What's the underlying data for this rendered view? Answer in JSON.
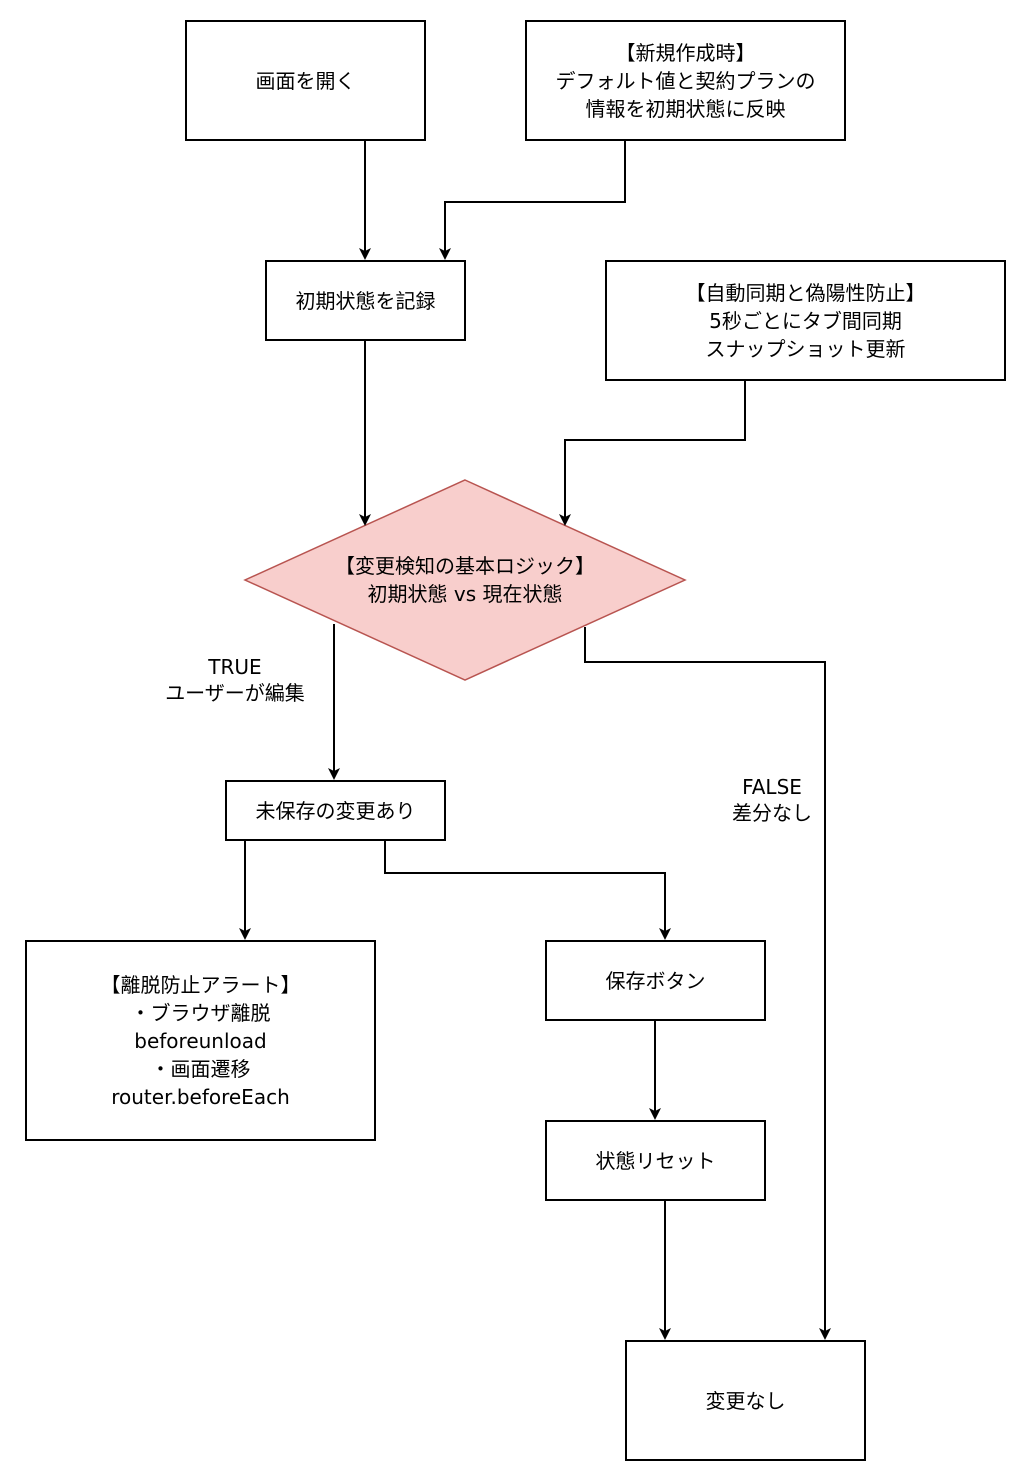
{
  "colors": {
    "decision_fill": "#f8cecc",
    "decision_stroke": "#b85450",
    "line": "#000000"
  },
  "nodes": {
    "open_screen": "画面を開く",
    "new_creation": "【新規作成時】\nデフォルト値と契約プランの\n情報を初期状態に反映",
    "record_initial": "初期状態を記録",
    "auto_sync": "【自動同期と偽陽性防止】\n5秒ごとにタブ間同期\nスナップショット更新",
    "decision": "【変更検知の基本ロジック】\n初期状態 vs 現在状態",
    "unsaved_changes": "未保存の変更あり",
    "leave_alert": "【離脱防止アラート】\n・ブラウザ離脱\nbeforeunload\n・画面遷移\nrouter.beforeEach",
    "save_button": "保存ボタン",
    "state_reset": "状態リセット",
    "no_change": "変更なし"
  },
  "edge_labels": {
    "true_branch": "TRUE\nユーザーが編集",
    "false_branch": "FALSE\n差分なし"
  }
}
